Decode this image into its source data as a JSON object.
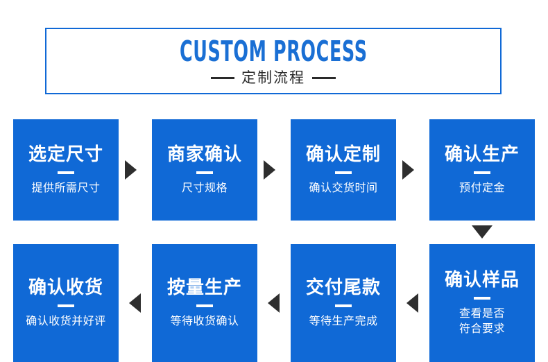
{
  "header": {
    "title": "CUSTOM PROCESS",
    "subtitle": "定制流程",
    "rule_left": "",
    "rule_right": "",
    "border_color": "#1069d6",
    "title_color": "#1a6fd4",
    "subtitle_color": "#2a2a2a"
  },
  "theme": {
    "box_color": "#1069d6",
    "box_text_color": "#ffffff",
    "arrow_color": "#2e2e2e",
    "page_background": "#ffffff"
  },
  "steps": [
    {
      "index": 1,
      "title": "选定尺寸",
      "desc_lines": [
        "提供所需尺寸"
      ],
      "row": 1
    },
    {
      "index": 2,
      "title": "商家确认",
      "desc_lines": [
        "尺寸规格"
      ],
      "row": 1
    },
    {
      "index": 3,
      "title": "确认定制",
      "desc_lines": [
        "确认交货时间"
      ],
      "row": 1
    },
    {
      "index": 4,
      "title": "确认生产",
      "desc_lines": [
        "预付定金"
      ],
      "row": 1
    },
    {
      "index": 5,
      "title": "确认样品",
      "desc_lines": [
        "查看是否",
        "符合要求"
      ],
      "row": 2
    },
    {
      "index": 6,
      "title": "交付尾款",
      "desc_lines": [
        "等待生产完成"
      ],
      "row": 2
    },
    {
      "index": 7,
      "title": "按量生产",
      "desc_lines": [
        "等待收货确认"
      ],
      "row": 2
    },
    {
      "index": 8,
      "title": "确认收货",
      "desc_lines": [
        "确认收货并好评"
      ],
      "row": 2
    }
  ],
  "connectors": [
    {
      "name": "arrow-right-1",
      "direction": "right"
    },
    {
      "name": "arrow-right-2",
      "direction": "right"
    },
    {
      "name": "arrow-right-3",
      "direction": "right"
    },
    {
      "name": "arrow-down-1",
      "direction": "down"
    },
    {
      "name": "arrow-left-1",
      "direction": "left"
    },
    {
      "name": "arrow-left-2",
      "direction": "left"
    },
    {
      "name": "arrow-left-3",
      "direction": "left"
    }
  ]
}
